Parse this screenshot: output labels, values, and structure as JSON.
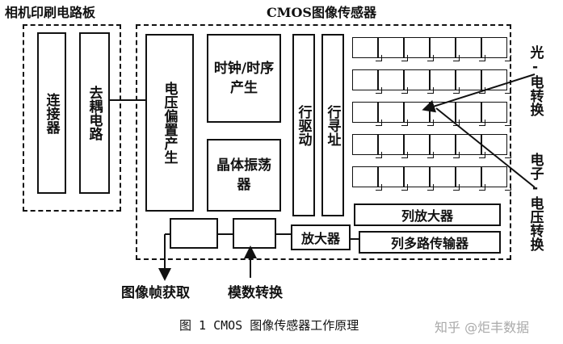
{
  "labels": {
    "pcb_title": "相机印刷电路板",
    "cmos_title": "CMOS图像传感器",
    "connector": "连接器",
    "clock_circuit": "去耦电路",
    "bias_gen": "电压偏置产生",
    "clock_timing": "时钟/时序产生",
    "crystal_osc": "晶体振荡器",
    "row_driver": "行驱动",
    "row_address": "行寻址",
    "col_amp": "列放大器",
    "amp": "放大器",
    "col_mux": "列多路传输器",
    "photo_convert": "光-电转换",
    "charge_convert": "电子-电压转换",
    "frame_grab": "图像帧获取",
    "adc": "模数转换",
    "caption": "图 1 CMOS 图像传感器工作原理",
    "watermark": "知乎 @炬丰数据"
  },
  "pixel_grid": {
    "rows": 5,
    "cols": 6
  }
}
